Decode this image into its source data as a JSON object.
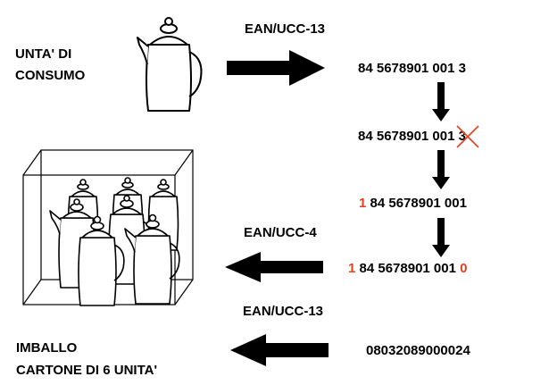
{
  "colors": {
    "ink": "#000000",
    "accent": "#e8401c",
    "background": "#ffffff"
  },
  "consumer_unit": {
    "line1": "UNTA' DI",
    "line2": "CONSUMO"
  },
  "label_ean13_top": "EAN/UCC-13",
  "step1": {
    "code": "84 5678901 001 3"
  },
  "step2": {
    "code_main": "84 5678901 001 ",
    "crossed_digit": "3"
  },
  "step3": {
    "prefix": "1",
    "code": " 84 5678901 001"
  },
  "step4": {
    "prefix": "1",
    "code": " 84 5678901 001 ",
    "check_digit": "0"
  },
  "label_ean4": "EAN/UCC-4",
  "label_ean13_bottom": "EAN/UCC-13",
  "packaging": {
    "line1": "IMBALLO",
    "line2": "CARTONE DI 6 UNITA'"
  },
  "bottom_code": "08032089000024",
  "icons": {
    "single": "coffee-pot-icon",
    "box": "carton-box-icon",
    "arrows": [
      "arrow-right-icon",
      "arrow-down-icon",
      "arrow-left-icon"
    ],
    "cross": "cross-out-icon"
  }
}
